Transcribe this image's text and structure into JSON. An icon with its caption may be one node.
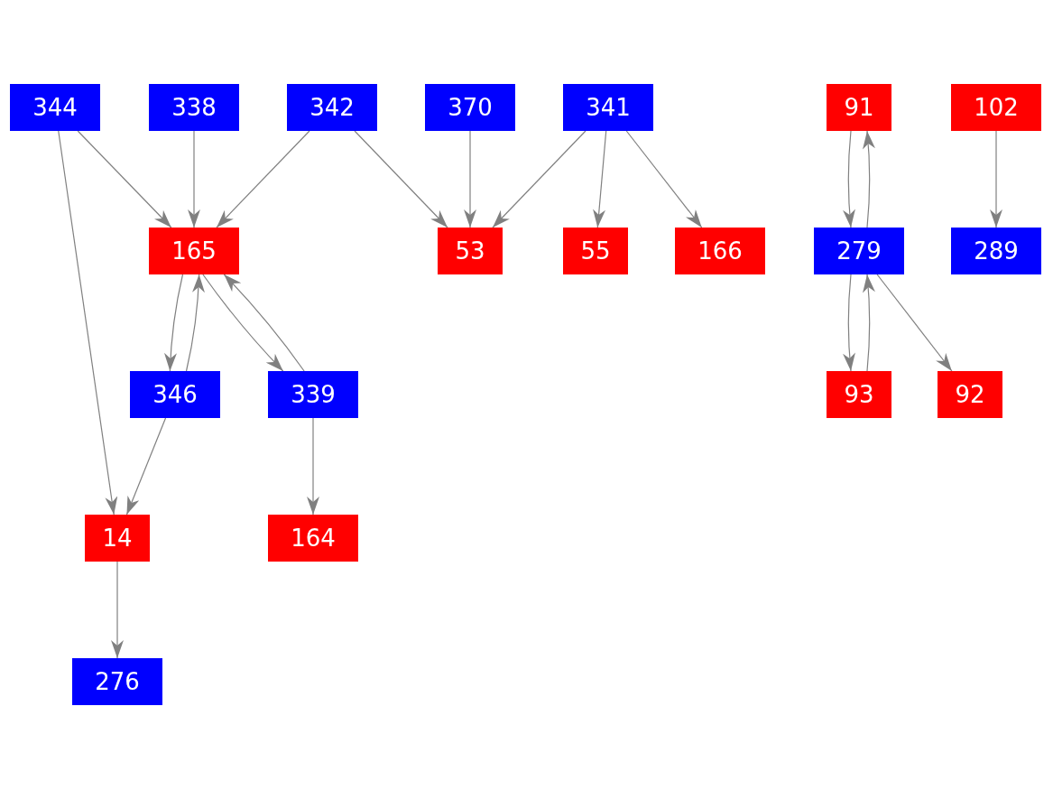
{
  "diagram": {
    "nodes": [
      {
        "text": [
          "344"
        ]
      },
      {
        "text": [
          "338"
        ]
      },
      {
        "text": [
          "342"
        ]
      },
      {
        "text": [
          "370"
        ]
      },
      {
        "text": [
          "341"
        ]
      },
      {
        "text": [
          "91"
        ]
      },
      {
        "text": [
          "102"
        ]
      },
      {
        "text": [
          "165"
        ]
      },
      {
        "text": [
          "53"
        ]
      },
      {
        "text": [
          "55"
        ]
      },
      {
        "text": [
          "166"
        ]
      },
      {
        "text": [
          "279"
        ]
      },
      {
        "text": [
          "289"
        ]
      },
      {
        "text": [
          "346"
        ]
      },
      {
        "text": [
          "339"
        ]
      },
      {
        "text": [
          "93"
        ]
      },
      {
        "text": [
          "92"
        ]
      },
      {
        "text": [
          "14"
        ]
      },
      {
        "text": [
          "164"
        ]
      },
      {
        "text": [
          "276"
        ]
      }
    ],
    "edges": [
      {
        "from": 0,
        "to": 7,
        "arrow": "to"
      },
      {
        "from": 0,
        "to": 17,
        "arrow": "to"
      },
      {
        "from": 1,
        "to": 7,
        "arrow": "to"
      },
      {
        "from": 2,
        "to": 7,
        "arrow": "to"
      },
      {
        "from": 2,
        "to": 8,
        "arrow": "to"
      },
      {
        "from": 3,
        "to": 8,
        "arrow": "to"
      },
      {
        "from": 4,
        "to": 8,
        "arrow": "to"
      },
      {
        "from": 4,
        "to": 9,
        "arrow": "to"
      },
      {
        "from": 4,
        "to": 10,
        "arrow": "to"
      },
      {
        "from": 5,
        "to": 11,
        "arrow": "to"
      },
      {
        "from": 11,
        "to": 5,
        "arrow": "to"
      },
      {
        "from": 6,
        "to": 12,
        "arrow": "to"
      },
      {
        "from": 7,
        "to": 13,
        "arrow": "to"
      },
      {
        "from": 13,
        "to": 7,
        "arrow": "to"
      },
      {
        "from": 7,
        "to": 14,
        "arrow": "to"
      },
      {
        "from": 14,
        "to": 7,
        "arrow": "to"
      },
      {
        "from": 13,
        "to": 17,
        "arrow": "to"
      },
      {
        "from": 14,
        "to": 18,
        "arrow": "to"
      },
      {
        "from": 11,
        "to": 15,
        "arrow": "to"
      },
      {
        "from": 15,
        "to": 11,
        "arrow": "to"
      },
      {
        "from": 11,
        "to": 16,
        "arrow": "to"
      },
      {
        "from": 17,
        "to": 19,
        "arrow": "to"
      }
    ]
  }
}
